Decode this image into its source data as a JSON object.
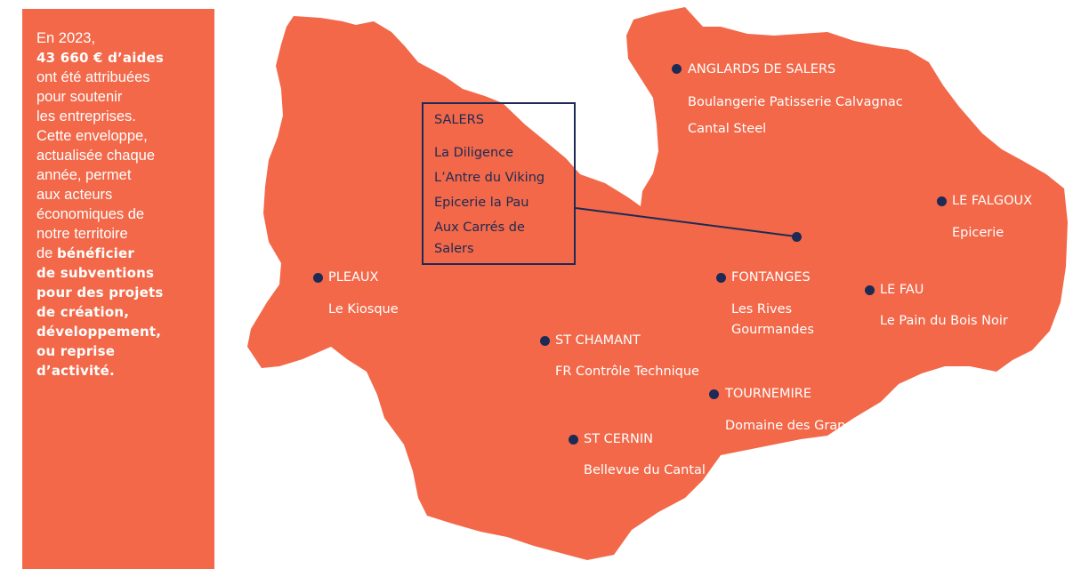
{
  "intro": {
    "lines": [
      {
        "text": "En 2023,",
        "bold": false
      },
      {
        "text": "43 660 € d’aides",
        "bold": true
      },
      {
        "text": "ont été attribuées",
        "bold": false
      },
      {
        "text": "pour soutenir",
        "bold": false
      },
      {
        "text": "les entreprises.",
        "bold": false
      },
      {
        "text": "Cette enveloppe,",
        "bold": false
      },
      {
        "text": "actualisée chaque",
        "bold": false
      },
      {
        "text": "année, permet",
        "bold": false
      },
      {
        "text": "aux acteurs",
        "bold": false
      },
      {
        "text": "économiques de",
        "bold": false
      },
      {
        "text": "notre territoire",
        "bold": false
      },
      {
        "text_light": "de ",
        "text_bold": "bénéficier",
        "bold": "mixed"
      },
      {
        "text": "de subventions",
        "bold": true
      },
      {
        "text": "pour des projets",
        "bold": true
      },
      {
        "text": "de création,",
        "bold": true
      },
      {
        "text": "développement,",
        "bold": true
      },
      {
        "text": "ou reprise",
        "bold": true
      },
      {
        "text": "d’activité.",
        "bold": true
      }
    ]
  },
  "colors": {
    "map_fill": "#f26849",
    "panel_bg": "#f26849",
    "marker": "#1d2a55",
    "text": "#ffffff",
    "box_text": "#1d2a55"
  },
  "places": [
    {
      "town": "ANGLARDS DE SALERS",
      "businesses": [
        "Boulangerie Patisserie Calvagnac",
        "Cantal Steel"
      ]
    },
    {
      "town": "SALERS",
      "businesses": [
        "La Diligence",
        "L’Antre du Viking",
        "Epicerie la Pau",
        "Aux Carrés de",
        "Salers"
      ]
    },
    {
      "town": "LE FALGOUX",
      "businesses": [
        "Epicerie"
      ]
    },
    {
      "town": "PLEAUX",
      "businesses": [
        "Le Kiosque"
      ]
    },
    {
      "town": "FONTANGES",
      "businesses": [
        "Les Rives",
        "Gourmandes"
      ]
    },
    {
      "town": "LE FAU",
      "businesses": [
        "Le Pain du Bois Noir"
      ]
    },
    {
      "town": "ST CHAMANT",
      "businesses": [
        "FR Contrôle Technique"
      ]
    },
    {
      "town": "TOURNEMIRE",
      "businesses": [
        "Domaine des Granges"
      ]
    },
    {
      "town": "ST CERNIN",
      "businesses": [
        "Bellevue du Cantal"
      ]
    }
  ]
}
